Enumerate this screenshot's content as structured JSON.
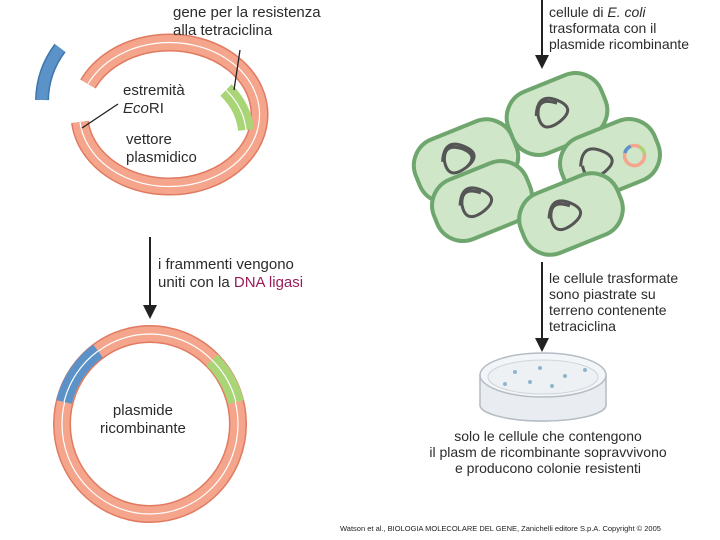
{
  "labels": {
    "gene_line1": "gene per la resistenza",
    "gene_line2": "alla tetraciclina",
    "ecori_line1": "estremità",
    "ecori_italic": "Eco",
    "ecori_rest": "RI",
    "vector_line1": "vettore",
    "vector_line2": "plasmidico",
    "fragments_line1": "i frammenti vengono",
    "fragments_line2_prefix": "uniti con la ",
    "fragments_line2_highlight": "DNA ligasi",
    "recombinant_line1": "plasmide",
    "recombinant_line2": "ricombinante",
    "ecoli_line1_prefix": "cellule di ",
    "ecoli_line1_italic": "E. coli",
    "ecoli_line2": "trasformata con il",
    "ecoli_line3": "plasmide ricombinante",
    "plated_line1": "le cellule trasformate",
    "plated_line2": "sono piastrate su",
    "plated_line3": "terreno contenente",
    "plated_line4": "tetraciclina",
    "only_line1": "solo le cellule che contengono",
    "only_line2": "il plasm de ricombinante sopravvivono",
    "only_line3": "e producono colonie resistenti"
  },
  "credit": "Watson et al., BIOLOGIA MOLECOLARE DEL GENE, Zanichelli editore S.p.A. Copyright © 2005",
  "colors": {
    "plasmid": "#f4a58c",
    "plasmid_edge": "#e07a60",
    "insert": "#5b93c9",
    "tet_gene": "#a9d577",
    "cell_fill": "#cfe6c9",
    "cell_edge": "#6ea66e",
    "dna_coil": "#555555"
  }
}
